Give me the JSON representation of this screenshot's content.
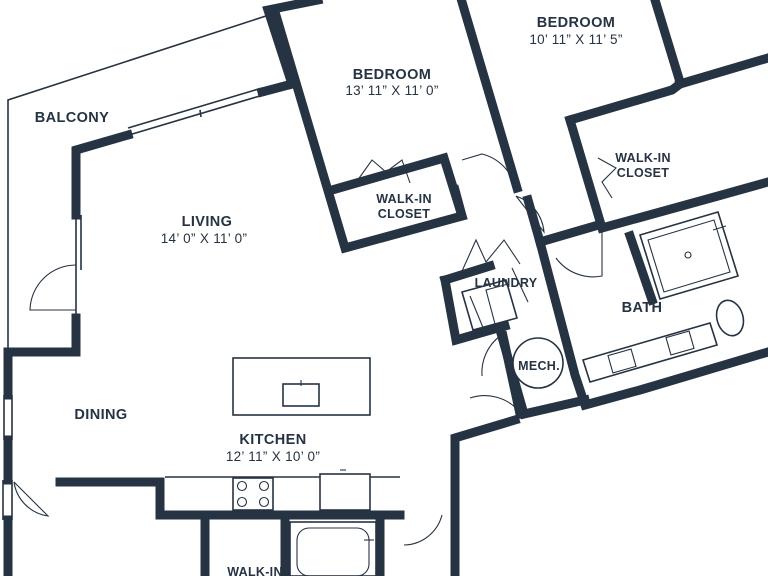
{
  "rooms": {
    "balcony": {
      "name": "BALCONY"
    },
    "living": {
      "name": "LIVING",
      "dims": "14’ 0” X 11’ 0”"
    },
    "dining": {
      "name": "DINING"
    },
    "kitchen": {
      "name": "KITCHEN",
      "dims": "12’ 11” X 10’ 0”"
    },
    "bedroom1": {
      "name": "BEDROOM",
      "dims": "13’ 11” X 11’ 0”"
    },
    "bedroom2": {
      "name": "BEDROOM",
      "dims": "10’ 11” X 11’ 5”"
    },
    "walkin1": {
      "line1": "WALK-IN",
      "line2": "CLOSET"
    },
    "walkin2": {
      "line1": "WALK-IN",
      "line2": "CLOSET"
    },
    "walkin3": {
      "line1": "WALK-IN"
    },
    "laundry": {
      "name": "LAUNDRY"
    },
    "mech": {
      "name": "MECH."
    },
    "bath": {
      "name": "BATH"
    }
  },
  "colors": {
    "ink": "#263343",
    "background": "#ffffff"
  }
}
